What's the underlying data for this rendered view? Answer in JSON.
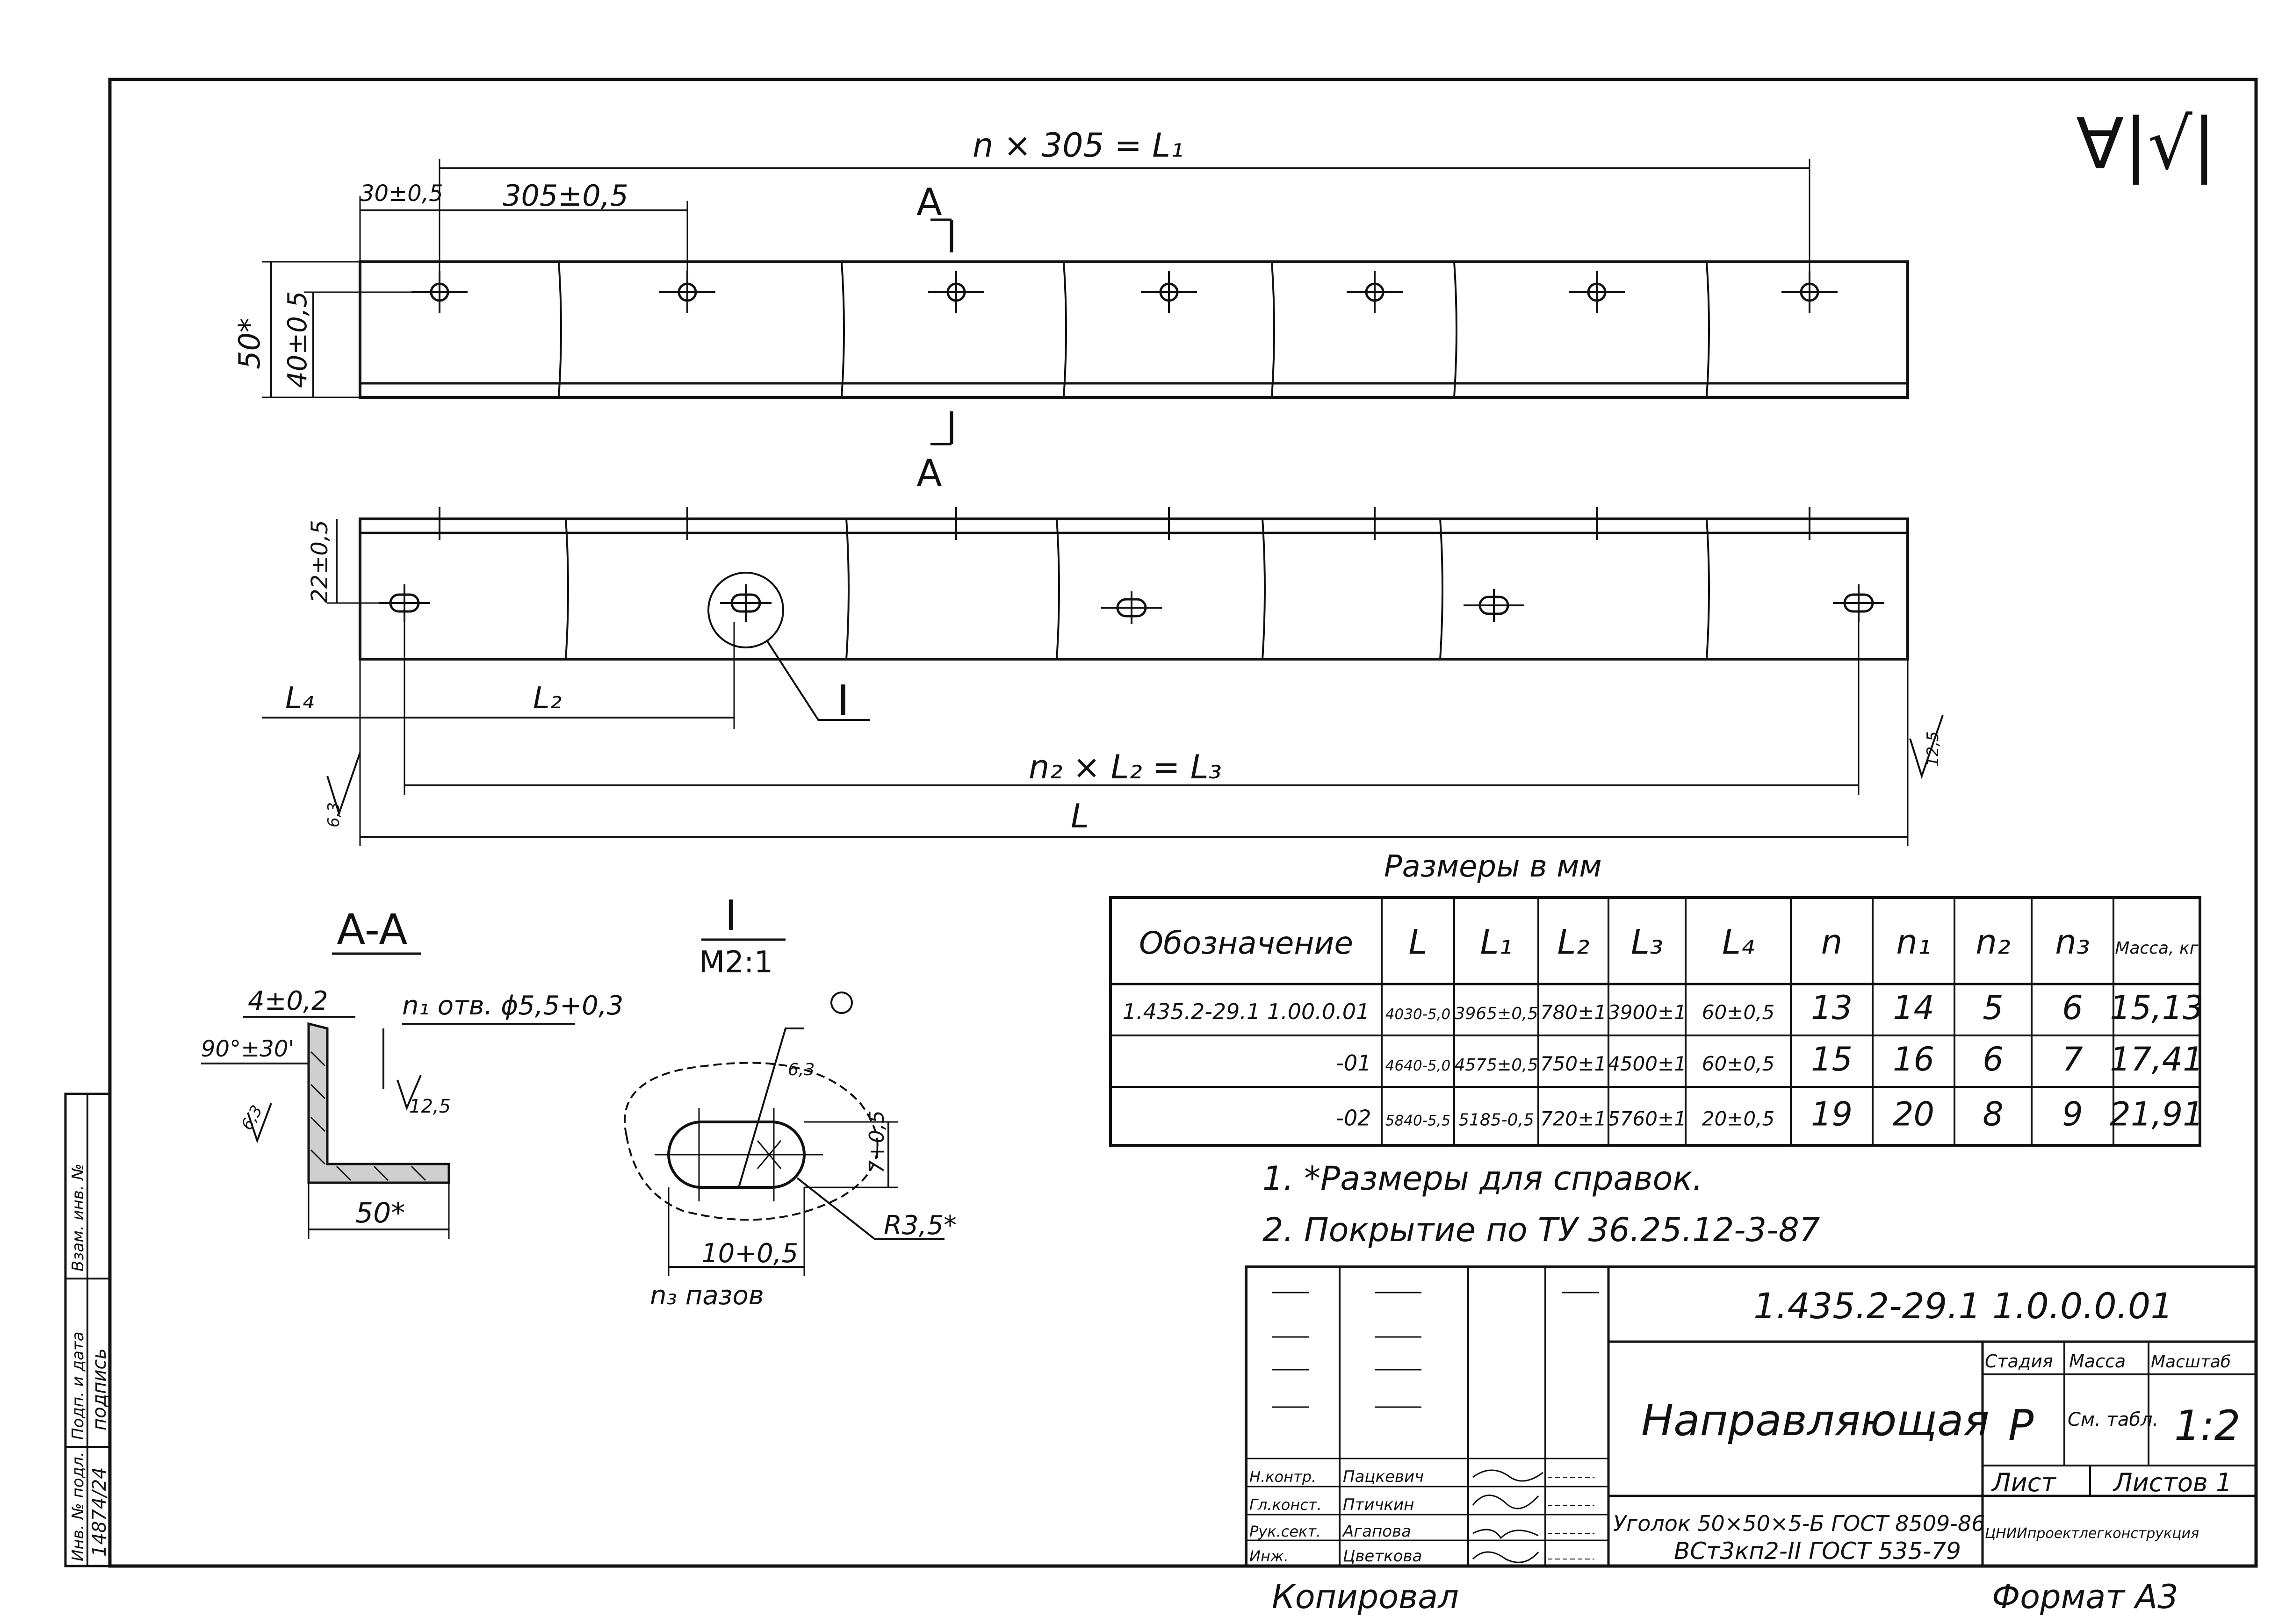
{
  "corner_symbol": "∀|√|",
  "views": {
    "top": {
      "dim_total": "n × 305 = L₁",
      "dim_first": "30±0,5",
      "dim_pitch": "305±0,5",
      "dim_height_ref": "50*",
      "dim_hole_from_edge": "40±0,5",
      "section_mark": "A"
    },
    "front": {
      "dim_edge": "22±0,5",
      "dim_L4": "L₄",
      "dim_La": "L₂",
      "detail_callout": "I",
      "dim_slots": "n₂ × L₂ = L₃",
      "dim_total": "L",
      "roughness_left": "6,3",
      "roughness_right": "12,5"
    }
  },
  "section_aa": {
    "title": "A-A",
    "dim_thickness": "4±0,2",
    "dim_angle": "90°±30'",
    "holes_note": "n₁ отв. ϕ5,5+0,3",
    "roughness_a": "6,3",
    "roughness_b": "12,5",
    "dim_flange": "50*"
  },
  "detail_i": {
    "title": "I",
    "scale": "M2:1",
    "roughness": "6,3",
    "dim_height": "7+0,5",
    "dim_radius": "R3,5*",
    "dim_length": "10+0,5",
    "note": "n₃ пазов"
  },
  "table": {
    "caption": "Размеры в мм",
    "headers": [
      "Обозначение",
      "L",
      "L₁",
      "L₂",
      "L₃",
      "L₄",
      "n",
      "n₁",
      "n₂",
      "n₃",
      "Масса, кг"
    ],
    "rows": [
      [
        "1.435.2-29.1 1.00.0.01",
        "4030-5,0",
        "3965±0,5",
        "780±1",
        "3900±1",
        "60±0,5",
        "13",
        "14",
        "5",
        "6",
        "15,13"
      ],
      [
        "-01",
        "4640-5,0",
        "4575±0,5",
        "750±1",
        "4500±1",
        "60±0,5",
        "15",
        "16",
        "6",
        "7",
        "17,41"
      ],
      [
        "-02",
        "5840-5,5",
        "5185-0,5",
        "720±1",
        "5760±1",
        "20±0,5",
        "19",
        "20",
        "8",
        "9",
        "21,91"
      ]
    ]
  },
  "notes": [
    "1. *Размеры для справок.",
    "2. Покрытие по ТУ 36.25.12-3-87"
  ],
  "title_block": {
    "designation": "1.435.2-29.1 1.0.0.0.01",
    "name": "Направляющая",
    "col_stage": "Стадия",
    "col_mass": "Масса",
    "col_scale": "Масштаб",
    "stage": "Р",
    "mass": "См. табл.",
    "scale": "1:2",
    "sheet": "Лист",
    "sheets": "Листов 1",
    "material_1": "Уголок 50×50×5-Б ГОСТ 8509-86",
    "material_2": "ВСт3кп2-II ГОСТ 535-79",
    "organization": "ЦНИИпроектлегконструкция",
    "roles": [
      "Н.контр.",
      "Гл.конст.",
      "Рук.сект.",
      "Инж."
    ],
    "names": [
      "Пацкевич",
      "Птичкин",
      "Агапова",
      "Цветкова"
    ]
  },
  "side_stamp": [
    "Инв. № подл.",
    "Подп. и дата",
    "Взам. инв. №"
  ],
  "side_stamp_values": [
    "14874/24",
    "подпись"
  ],
  "footer_left": "Копировал",
  "footer_right": "Формат А3"
}
